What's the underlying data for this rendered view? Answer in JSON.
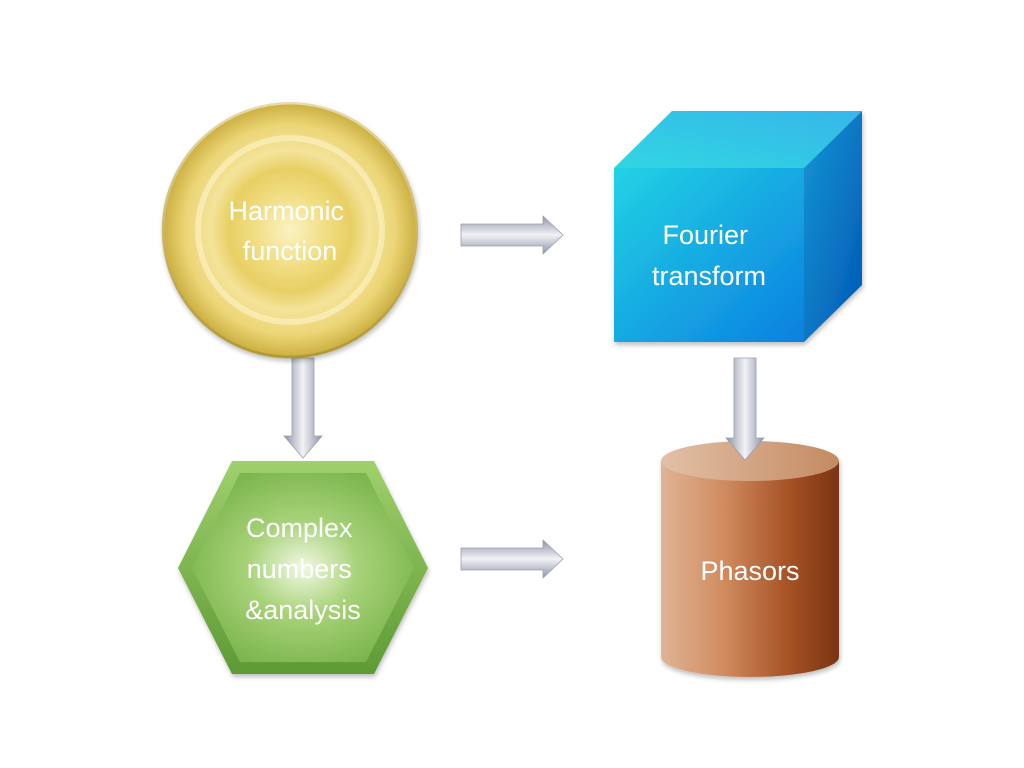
{
  "diagram": {
    "nodes": {
      "harmonic": {
        "lines": [
          "Harmonic",
          "function"
        ],
        "shape": "donut",
        "color": "#f0dc7a"
      },
      "fourier": {
        "lines": [
          "Fourier",
          "transform"
        ],
        "shape": "cube",
        "color": "#22b8e6"
      },
      "complex": {
        "lines": [
          "Complex",
          "numbers",
          "&analysis"
        ],
        "shape": "hexagon",
        "color": "#8dc460"
      },
      "phasors": {
        "lines": [
          "Phasors"
        ],
        "shape": "cylinder",
        "color": "#b0663a"
      }
    },
    "edges": [
      {
        "from": "harmonic",
        "to": "fourier"
      },
      {
        "from": "harmonic",
        "to": "complex"
      },
      {
        "from": "fourier",
        "to": "phasors"
      },
      {
        "from": "complex",
        "to": "phasors"
      }
    ]
  }
}
